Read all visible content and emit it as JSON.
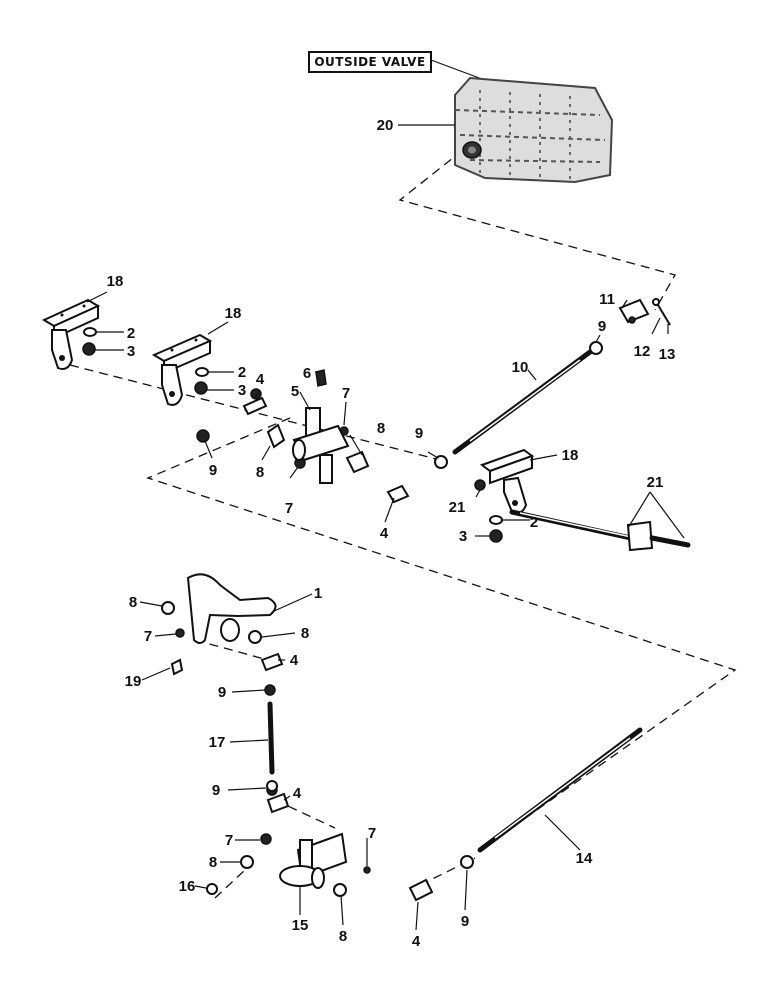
{
  "callout": {
    "text": "OUTSIDE VALVE"
  },
  "labels": {
    "l1": "1",
    "l2a": "2",
    "l2b": "2",
    "l2c": "2",
    "l3a": "3",
    "l3b": "3",
    "l3c": "3",
    "l4a": "4",
    "l4b": "4",
    "l4c": "4",
    "l4d": "4",
    "l4e": "4",
    "l5": "5",
    "l6": "6",
    "l7a": "7",
    "l7b": "7",
    "l7c": "7",
    "l7d": "7",
    "l7e": "7",
    "l8a": "8",
    "l8b": "8",
    "l8c": "8",
    "l8d": "8",
    "l8e": "8",
    "l8f": "8",
    "l9a": "9",
    "l9b": "9",
    "l9c": "9",
    "l9d": "9",
    "l9e": "9",
    "l9f": "9",
    "l10": "10",
    "l11": "11",
    "l12": "12",
    "l13": "13",
    "l14": "14",
    "l15": "15",
    "l16": "16",
    "l17": "17",
    "l18a": "18",
    "l18b": "18",
    "l18c": "18",
    "l19": "19",
    "l20": "20",
    "l21a": "21",
    "l21b": "21"
  }
}
